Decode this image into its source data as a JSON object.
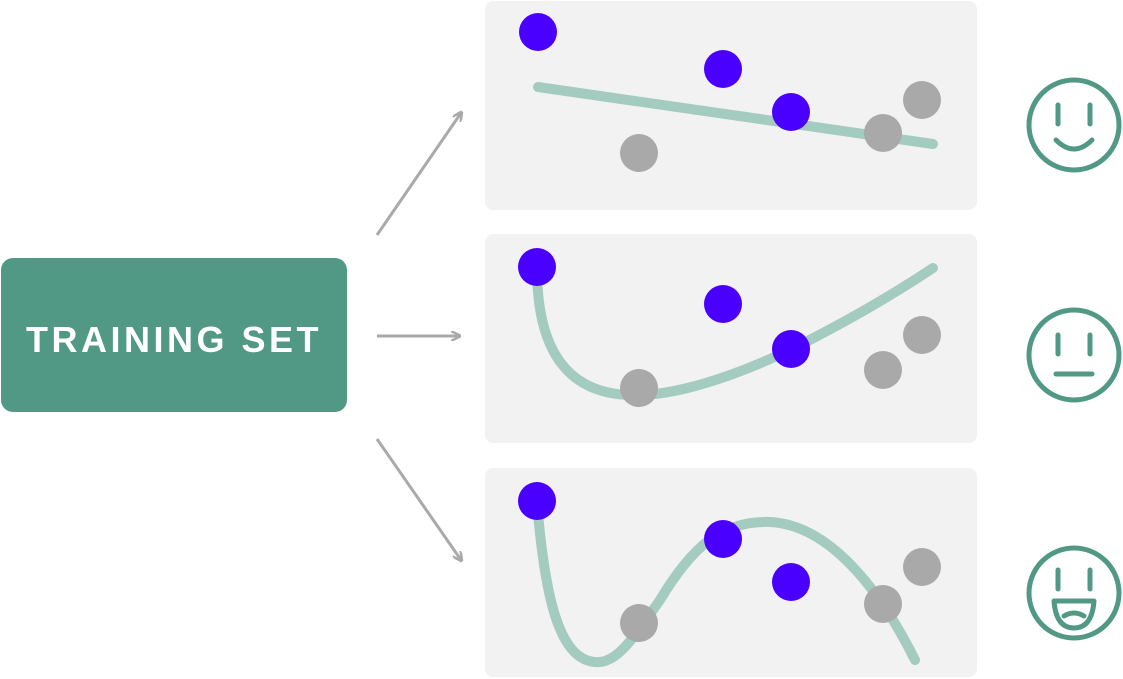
{
  "training_box": {
    "label": "TRAINING SET",
    "color": "#519985"
  },
  "colors": {
    "panel_bg": "#f2f2f2",
    "arrow": "#a9a9a9",
    "curve": "#a4cbbf",
    "point_primary": "#4a00ff",
    "point_secondary": "#a9a9a9",
    "face": "#519985"
  },
  "models": [
    {
      "fit": "straight-line",
      "face_icon": "smiling-face-icon"
    },
    {
      "fit": "smooth-curve",
      "face_icon": "neutral-face-icon"
    },
    {
      "fit": "wavy-curve",
      "face_icon": "grinning-face-icon"
    }
  ]
}
